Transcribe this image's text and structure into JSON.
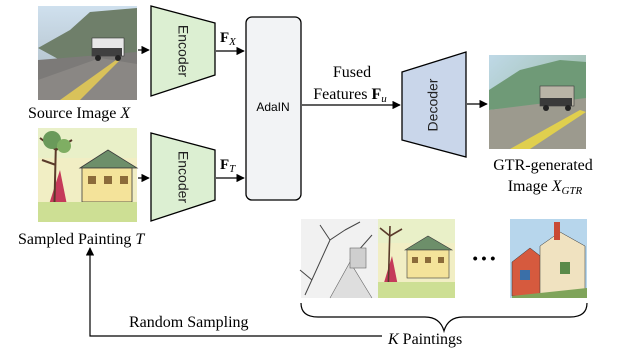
{
  "source": {
    "caption": "Source Image ",
    "symbol": "X"
  },
  "painting": {
    "caption": "Sampled Painting ",
    "symbol": "T"
  },
  "encoder_top": {
    "label": "Encoder"
  },
  "encoder_bottom": {
    "label": "Encoder"
  },
  "feature_x": {
    "base": "F",
    "sub": "X"
  },
  "feature_t": {
    "base": "F",
    "sub": "T"
  },
  "adain": {
    "label": "AdaIN"
  },
  "fused": {
    "line1": "Fused",
    "line2": "Features ",
    "base": "F",
    "sub": "u"
  },
  "decoder": {
    "label": "Decoder"
  },
  "output": {
    "line1": "GTR-generated",
    "line2": "Image ",
    "symbol": "X",
    "sub": "GTR"
  },
  "sampling": {
    "label": "Random Sampling",
    "count_symbol": "K",
    "count_label": "  Paintings",
    "ellipsis": "• • •"
  },
  "colors": {
    "encoder_fill": "#dcefd2",
    "decoder_fill": "#c9d6ea",
    "adain_fill": "#f2f3f5",
    "stroke": "#000000"
  }
}
